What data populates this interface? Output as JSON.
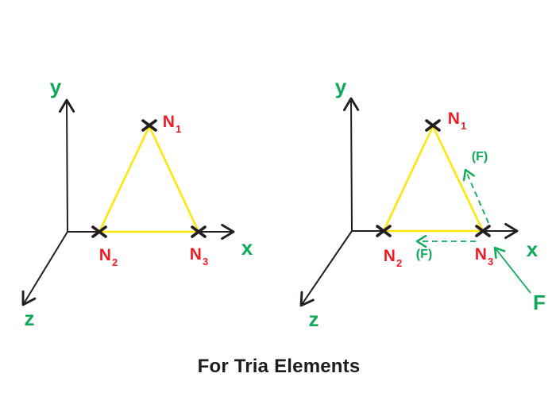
{
  "colors": {
    "background": "#ffffff",
    "axis": "#231f20",
    "triangle_edge": "#ffe60a",
    "node": "#ed1c24",
    "green": "#0fa958",
    "caption": "#1d1d1f"
  },
  "caption": {
    "text": "For Tria Elements"
  },
  "left": {
    "axes": {
      "x": "x",
      "y": "y",
      "z": "z"
    },
    "nodes": [
      {
        "name": "N",
        "sub": "1"
      },
      {
        "name": "N",
        "sub": "2"
      },
      {
        "name": "N",
        "sub": "3"
      }
    ]
  },
  "right": {
    "axes": {
      "x": "x",
      "y": "y",
      "z": "z"
    },
    "nodes": [
      {
        "name": "N",
        "sub": "1"
      },
      {
        "name": "N",
        "sub": "2"
      },
      {
        "name": "N",
        "sub": "3"
      }
    ],
    "forces": {
      "edge": "(F)",
      "bottom": "(F)",
      "main": "F"
    }
  }
}
